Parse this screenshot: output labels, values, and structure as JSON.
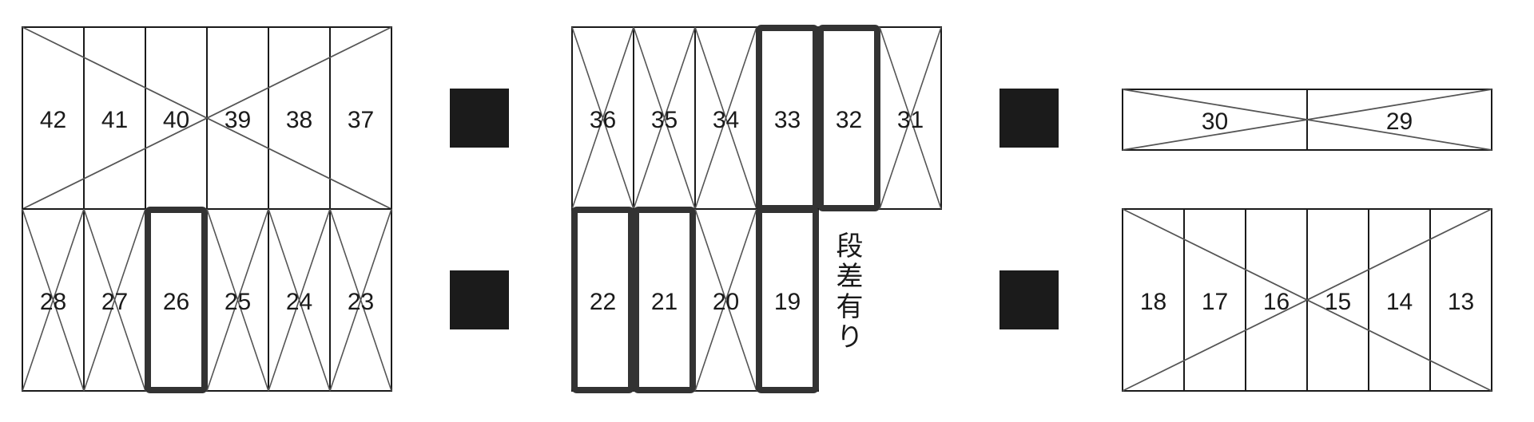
{
  "colors": {
    "background": "#ffffff",
    "line": "#1a1a1a",
    "cross": "#555555",
    "marker": "#1b1b1b",
    "highlight": "#333333"
  },
  "blocks": [
    {
      "id": "block-a-top",
      "spots": [
        "42",
        "41",
        "40",
        "39",
        "38",
        "37"
      ],
      "crossed": true,
      "highlighted": []
    },
    {
      "id": "block-a-bottom",
      "spots": [
        "28",
        "27",
        "26",
        "25",
        "24",
        "23"
      ],
      "crossed_spots": [
        "28",
        "27",
        "25",
        "24",
        "23"
      ],
      "highlighted": [
        "26"
      ]
    },
    {
      "id": "block-b-top",
      "spots": [
        "36",
        "35",
        "34",
        "33",
        "32",
        "31"
      ],
      "crossed_spots": [
        "36",
        "35",
        "34",
        "31"
      ],
      "highlighted": [
        "33",
        "32"
      ]
    },
    {
      "id": "block-b-bottom",
      "spots": [
        "22",
        "21",
        "20",
        "19"
      ],
      "crossed_spots": [
        "20"
      ],
      "highlighted": [
        "22",
        "21",
        "19"
      ]
    },
    {
      "id": "block-c-top",
      "spots": [
        "30",
        "29"
      ],
      "crossed": true,
      "highlighted": []
    },
    {
      "id": "block-c-bottom",
      "spots": [
        "18",
        "17",
        "16",
        "15",
        "14",
        "13"
      ],
      "crossed": true,
      "highlighted": []
    }
  ],
  "note": {
    "text": "段差有り"
  }
}
